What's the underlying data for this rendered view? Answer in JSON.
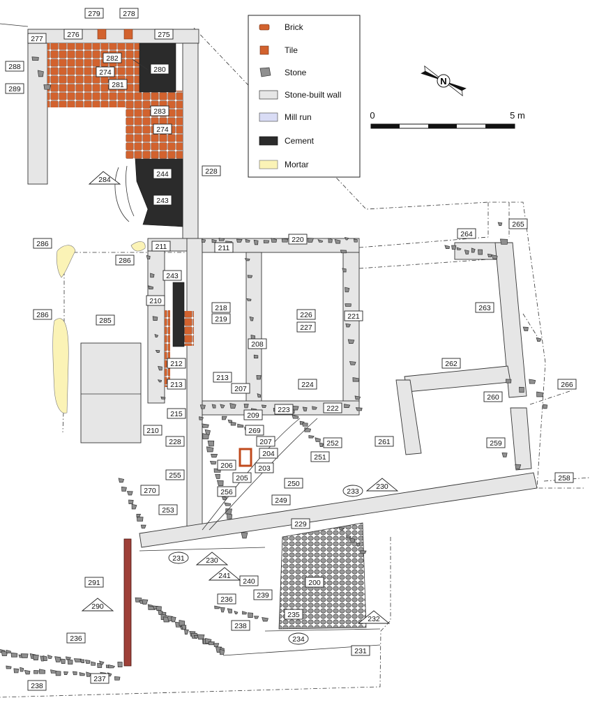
{
  "legend": {
    "items": [
      {
        "label": "Brick",
        "swatch": "brick"
      },
      {
        "label": "Tile",
        "swatch": "tile"
      },
      {
        "label": "Stone",
        "swatch": "stone"
      },
      {
        "label": "Stone-built wall",
        "swatch": "wall"
      },
      {
        "label": "Mill run",
        "swatch": "millrun"
      },
      {
        "label": "Cement",
        "swatch": "cement"
      },
      {
        "label": "Mortar",
        "swatch": "mortar"
      }
    ]
  },
  "scale": {
    "start": "0",
    "end": "5 m"
  },
  "north": {
    "letter": "N"
  },
  "colors": {
    "brick": "#d2622e",
    "tile": "#d2622e",
    "stone": "#8f8f8f",
    "wall": "#e6e6e6",
    "millrun": "#d9dcf5",
    "cement": "#2b2b2b",
    "mortar": "#fbf3b6"
  },
  "labels": {
    "l279": "279",
    "l278": "278",
    "l277": "277",
    "l276": "276",
    "l275": "275",
    "l288": "288",
    "l289": "289",
    "l282": "282",
    "l274a": "274",
    "l281": "281",
    "l280": "280",
    "l283": "283",
    "l274b": "274",
    "l244": "244",
    "l243a": "243",
    "l228a": "228",
    "l211a": "211",
    "l211b": "211",
    "l220": "220",
    "l264": "264",
    "l265": "265",
    "l286a": "286",
    "l286b": "286",
    "l286c": "286",
    "l243b": "243",
    "l210a": "210",
    "l285": "285",
    "l218": "218",
    "l219": "219",
    "l226": "226",
    "l227": "227",
    "l221": "221",
    "l263": "263",
    "l208": "208",
    "l212": "212",
    "l213a": "213",
    "l213b": "213",
    "l207a": "207",
    "l224": "224",
    "l262": "262",
    "l266": "266",
    "l260": "260",
    "l215": "215",
    "l209": "209",
    "l223": "223",
    "l222": "222",
    "l210b": "210",
    "l228b": "228",
    "l269": "269",
    "l207b": "207",
    "l204": "204",
    "l252": "252",
    "l251": "251",
    "l261": "261",
    "l259": "259",
    "l206": "206",
    "l203": "203",
    "l205": "205",
    "l255": "255",
    "l256": "256",
    "l250": "250",
    "l258": "258",
    "l270": "270",
    "l249": "249",
    "l253": "253",
    "l229": "229",
    "l291": "291",
    "l241": "241",
    "l240": "240",
    "l200": "200",
    "l236a": "236",
    "l239": "239",
    "l235": "235",
    "l238a": "238",
    "l236b": "236",
    "l237": "237",
    "l238b": "238",
    "l231b": "231"
  },
  "triangles": {
    "t284": "284",
    "t230a": "230",
    "t230b": "230",
    "t241": "241",
    "t290": "290",
    "t232": "232"
  },
  "ellipses": {
    "e233": "233",
    "e231": "231",
    "e234": "234"
  }
}
